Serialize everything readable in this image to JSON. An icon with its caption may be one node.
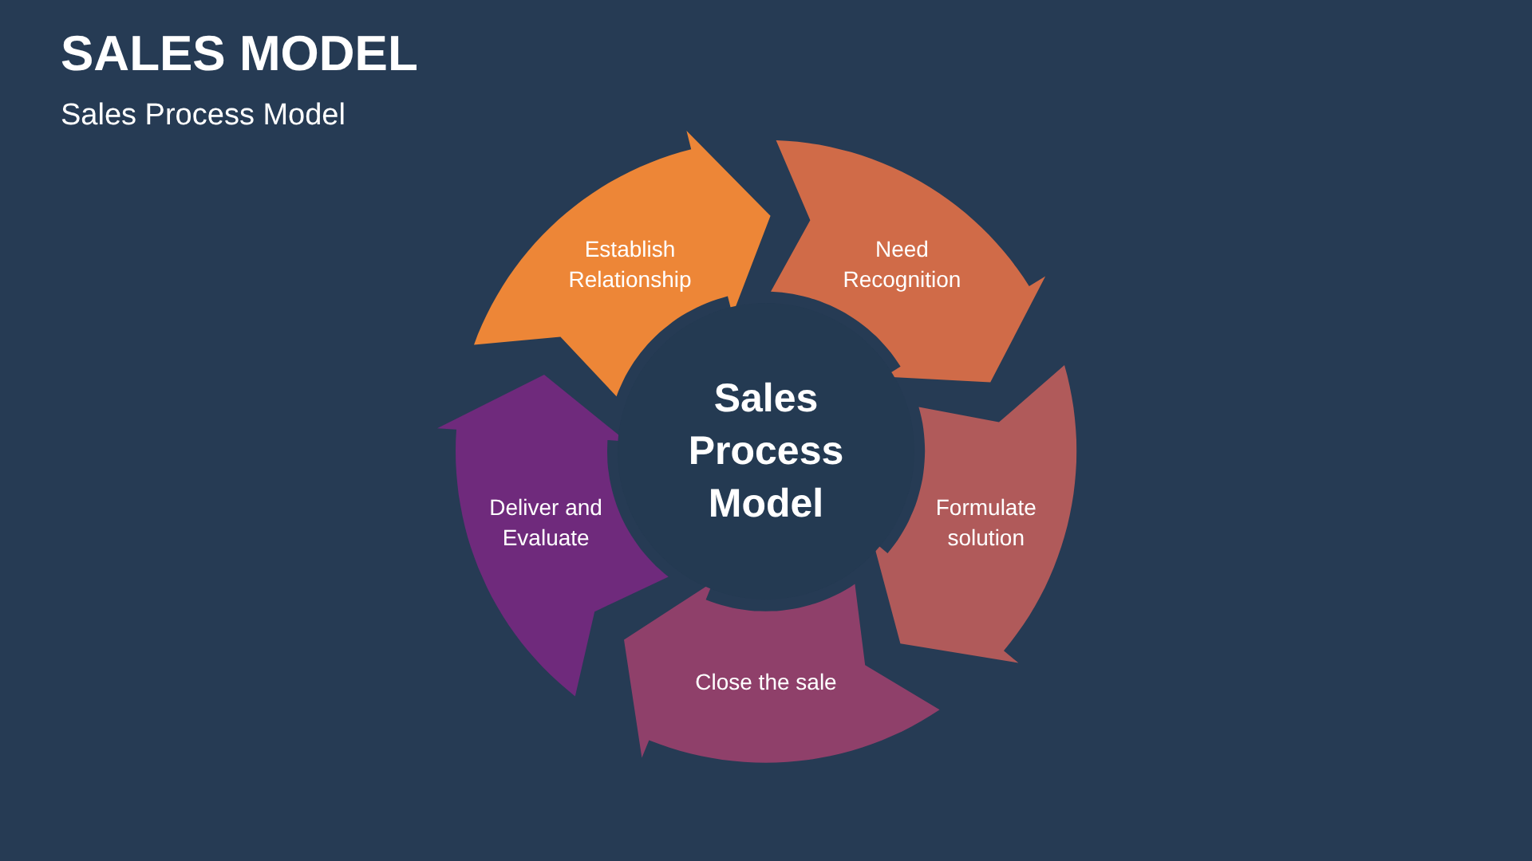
{
  "diagram": {
    "title": "SALES MODEL",
    "nodes": [
      {
        "text": [
          "Sales Process Model"
        ]
      },
      {
        "text": [
          "Establish Relationship"
        ]
      },
      {
        "text": [
          "Need Recognition"
        ]
      },
      {
        "text": [
          "Formulate solution"
        ]
      },
      {
        "text": [
          "Close the sale"
        ]
      },
      {
        "text": [
          "Deliver and Evaluate"
        ]
      }
    ],
    "labels": [
      "Sales Process Model"
    ]
  }
}
